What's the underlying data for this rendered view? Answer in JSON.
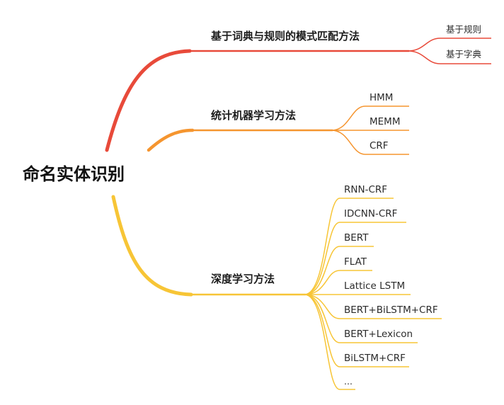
{
  "root": {
    "label": "命名实体识别"
  },
  "colors": {
    "branch1": "#e84a3a",
    "branch2": "#f5952f",
    "branch3": "#f7c536"
  },
  "branches": [
    {
      "label": "基于词典与规则的模式匹配方法",
      "leaves": [
        "基于规则",
        "基于字典"
      ]
    },
    {
      "label": "统计机器学习方法",
      "leaves": [
        "HMM",
        "MEMM",
        "CRF"
      ]
    },
    {
      "label": "深度学习方法",
      "leaves": [
        "RNN-CRF",
        "IDCNN-CRF",
        "BERT",
        "FLAT",
        "Lattice LSTM",
        "BERT+BiLSTM+CRF",
        "BERT+Lexicon",
        "BiLSTM+CRF",
        "..."
      ]
    }
  ]
}
